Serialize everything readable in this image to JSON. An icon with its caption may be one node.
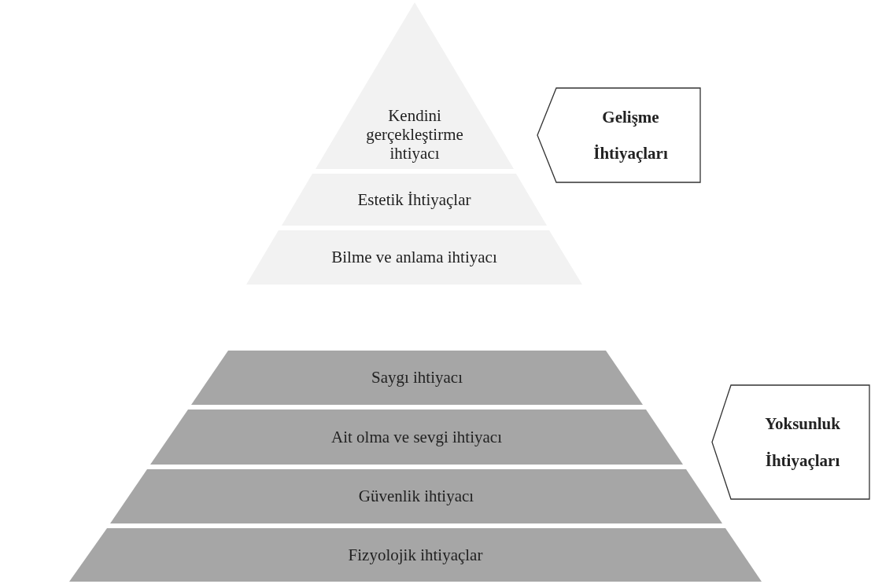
{
  "diagram": {
    "nodes": [
      {
        "text": [
          "Kendini gerçekleştirme ihtiyacı"
        ]
      },
      {
        "text": [
          "Estetik İhtiyaçlar"
        ]
      },
      {
        "text": [
          "Bilme ve anlama ihtiyacı"
        ]
      },
      {
        "text": [
          "Saygı ihtiyacı"
        ]
      },
      {
        "text": [
          "Ait olma ve sevgi ihtiyacı"
        ]
      },
      {
        "text": [
          "Güvenlik ihtiyacı"
        ]
      },
      {
        "text": [
          "Fizyolojik ihtiyaçlar"
        ]
      },
      {
        "text": [
          "Gelişme İhtiyaçları"
        ]
      },
      {
        "text": [
          "Yoksunluk İhtiyaçları"
        ]
      }
    ],
    "edges": []
  }
}
